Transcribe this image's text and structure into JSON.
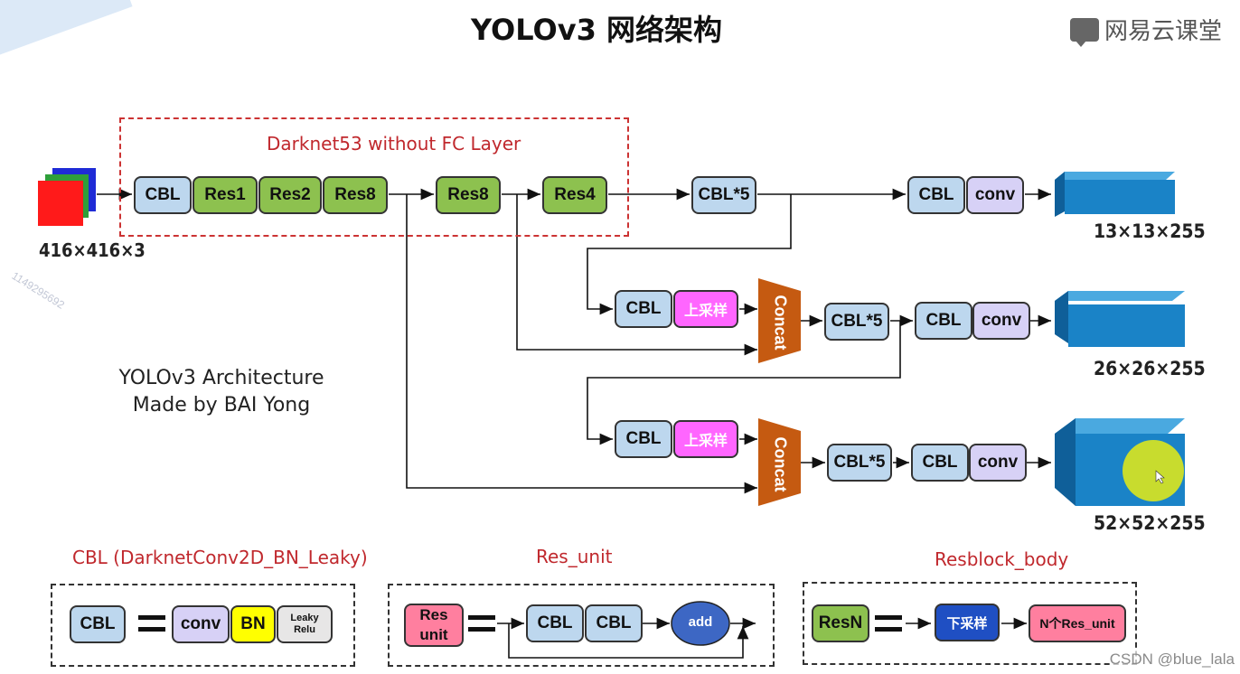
{
  "header": {
    "title": "YOLOv3 网络架构",
    "brand": "网易云课堂"
  },
  "watermark": "1149295692",
  "darknet_label": "Darknet53 without FC Layer",
  "input_label": "416×416×3",
  "backbone": {
    "cbl": "CBL",
    "res1": "Res1",
    "res2": "Res2",
    "res8a": "Res8",
    "res8b": "Res8",
    "res4": "Res4"
  },
  "branch1": {
    "cbl5": "CBL*5",
    "cbl": "CBL",
    "conv": "conv",
    "output": "13×13×255"
  },
  "branch2": {
    "cbl": "CBL",
    "upsample": "上采样",
    "concat": "Concat",
    "cbl5": "CBL*5",
    "cbl_out": "CBL",
    "conv": "conv",
    "output": "26×26×255"
  },
  "branch3": {
    "cbl": "CBL",
    "upsample": "上采样",
    "concat": "Concat",
    "cbl5": "CBL*5",
    "cbl_out": "CBL",
    "conv": "conv",
    "output": "52×52×255"
  },
  "note": {
    "line1": "YOLOv3 Architecture",
    "line2": "Made by BAI Yong"
  },
  "legend": {
    "cbl_title": "CBL (DarknetConv2D_BN_Leaky)",
    "cbl": "CBL",
    "conv": "conv",
    "bn": "BN",
    "leaky": "Leaky Relu",
    "resunit_title": "Res_unit",
    "res_unit_box": "Res unit",
    "cbl1": "CBL",
    "cbl2": "CBL",
    "add": "add",
    "resblock_title": "Resblock_body",
    "resn": "ResN",
    "down": "下采样",
    "nres": "N个Res_unit"
  },
  "footer": "CSDN @blue_lala",
  "colors": {
    "cbl": "#bdd7ee",
    "res": "#8dc14f",
    "conv": "#d7d1f6",
    "upsample": "#ff66ff",
    "concat": "#c55a11",
    "output": "#1a83c7",
    "bn": "#ffff00",
    "add": "#3d67c4",
    "down": "#1f4fc3",
    "resunit": "#ff7f9f"
  }
}
